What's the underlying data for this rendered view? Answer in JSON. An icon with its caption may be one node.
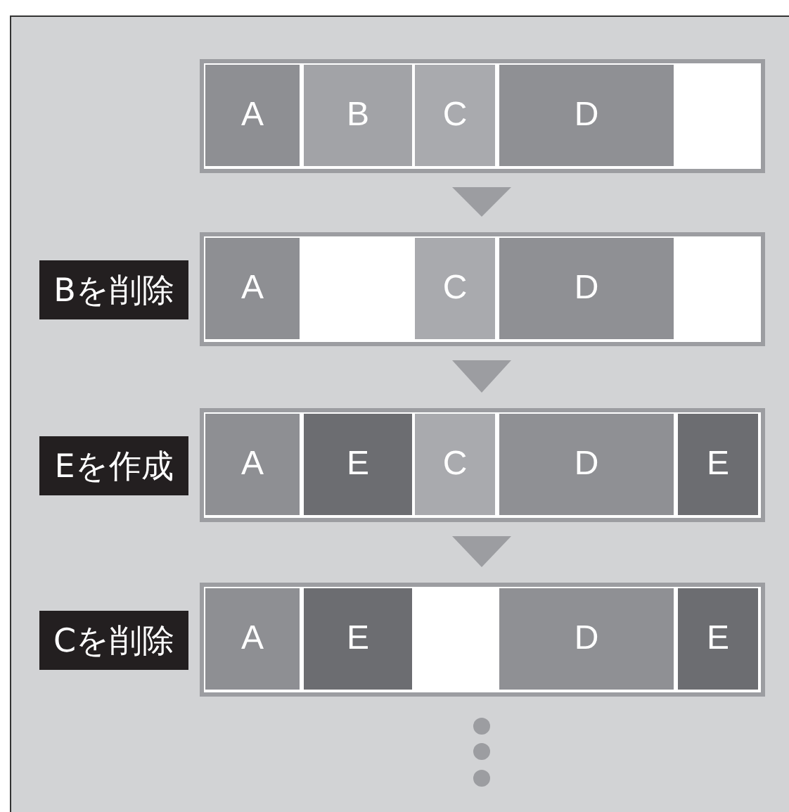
{
  "diagram": {
    "nodes": [
      {
        "text": [],
        "shape": "bar"
      },
      {
        "text": [
          "A"
        ],
        "in": 0
      },
      {
        "text": [
          "B"
        ],
        "in": 0
      },
      {
        "text": [
          "C"
        ],
        "in": 0
      },
      {
        "text": [
          "D"
        ],
        "in": 0
      },
      {
        "text": [
          "Bを削除"
        ]
      },
      {
        "text": [],
        "shape": "bar"
      },
      {
        "text": [
          "A"
        ],
        "in": 6
      },
      {
        "text": [
          "C"
        ],
        "in": 6
      },
      {
        "text": [
          "D"
        ],
        "in": 6
      },
      {
        "text": [
          "Eを作成"
        ]
      },
      {
        "text": [],
        "shape": "bar"
      },
      {
        "text": [
          "A"
        ],
        "in": 11
      },
      {
        "text": [
          "E"
        ],
        "in": 11
      },
      {
        "text": [
          "C"
        ],
        "in": 11
      },
      {
        "text": [
          "D"
        ],
        "in": 11
      },
      {
        "text": [
          "E"
        ],
        "in": 11
      },
      {
        "text": [
          "Cを削除"
        ]
      },
      {
        "text": [],
        "shape": "bar"
      },
      {
        "text": [
          "A"
        ],
        "in": 18
      },
      {
        "text": [
          "E"
        ],
        "in": 18
      },
      {
        "text": [
          "D"
        ],
        "in": 18
      },
      {
        "text": [
          "E"
        ],
        "in": 18
      }
    ],
    "edges": [
      {
        "from": 0,
        "to": 6,
        "arrow": "to"
      },
      {
        "from": 6,
        "to": 11,
        "arrow": "to"
      },
      {
        "from": 11,
        "to": 18,
        "arrow": "to"
      }
    ]
  }
}
